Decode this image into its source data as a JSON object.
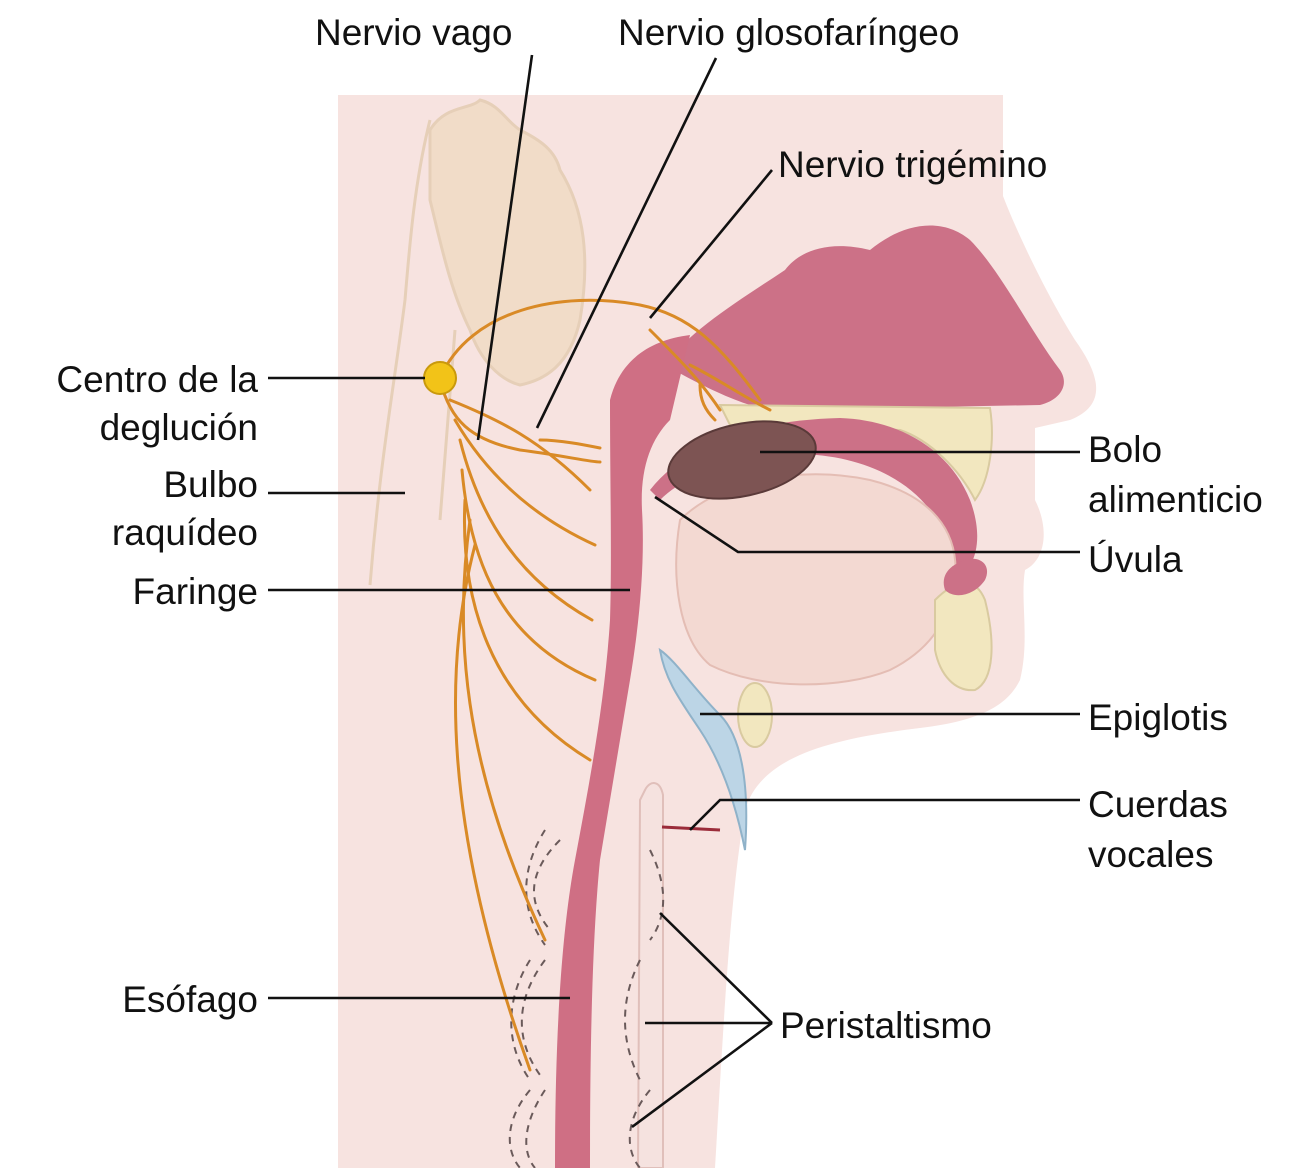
{
  "labels": {
    "nervio_vago": "Nervio vago",
    "nervio_glosofaringeo": "Nervio glosofaríngeo",
    "nervio_trigemino": "Nervio trigémino",
    "centro_line1": "Centro de la",
    "centro_line2": "deglución",
    "bulbo_line1": "Bulbo",
    "bulbo_line2": "raquídeo",
    "faringe": "Faringe",
    "esofago": "Esófago",
    "bolo_line1": "Bolo",
    "bolo_line2": "alimenticio",
    "uvula": "Úvula",
    "epiglotis": "Epiglotis",
    "cuerdas_line1": "Cuerdas",
    "cuerdas_line2": "vocales",
    "peristaltismo": "Peristaltismo"
  },
  "colors": {
    "tissue_background": "#f7e3e0",
    "pharynx_tube": "#cf6f84",
    "nasal_cavity": "#cc7187",
    "nerve": "#d98a26",
    "swallowing_center": "#f2c318",
    "bolus": "#7d5453",
    "bone": "#f2e7bf",
    "epiglottis": "#bcd5e6",
    "skull_outline": "#e8d6bd"
  }
}
